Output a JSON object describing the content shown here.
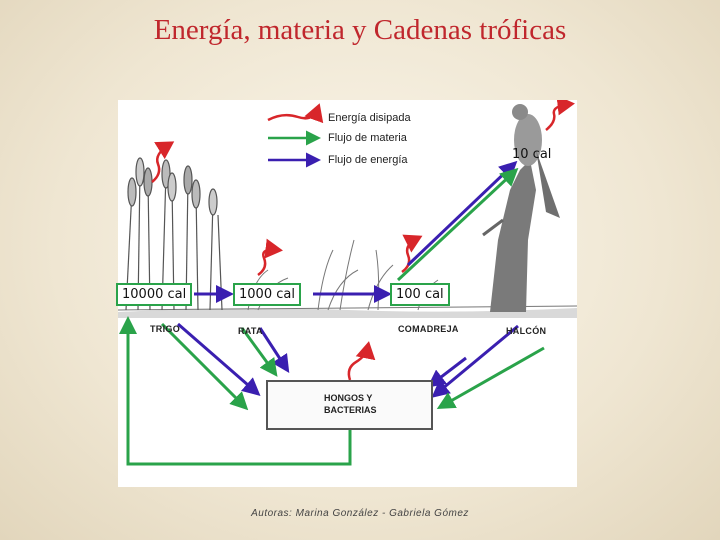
{
  "title": "Energía, materia y Cadenas tróficas",
  "legend": {
    "dissipated": "Energía disipada",
    "matter": "Flujo de materia",
    "energy": "Flujo de energía"
  },
  "energy_values": {
    "wheat": "10000 cal",
    "rat": "1000 cal",
    "weasel": "100 cal",
    "hawk": "10 cal"
  },
  "organisms": {
    "wheat": "TRIGO",
    "rat": "RATA",
    "weasel": "COMADREJA",
    "hawk": "HALCÓN",
    "decomposers": "HONGOS Y BACTERIAS"
  },
  "credit": "Autoras: Marina González - Gabriela Gómez",
  "colors": {
    "title": "#c0272d",
    "dissipated": "#d8262a",
    "matter": "#2aa34a",
    "energy": "#3a1fb0"
  }
}
